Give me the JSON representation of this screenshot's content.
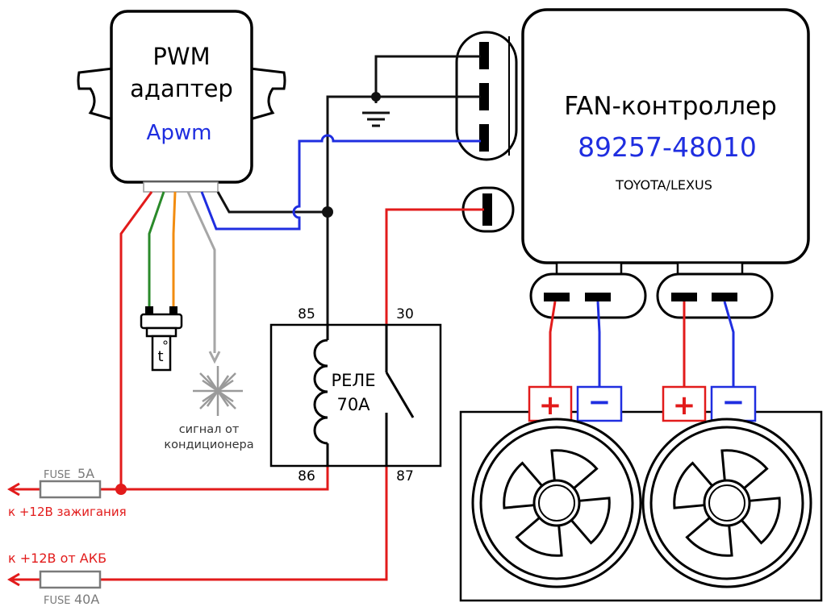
{
  "pwm_adapter": {
    "title_line1": "PWM",
    "title_line2": "адаптер",
    "subtitle": "Apwm"
  },
  "fan_controller": {
    "title": "FAN-контроллер",
    "part_number": "89257-48010",
    "brand": "TOYOTA/LEXUS"
  },
  "relay": {
    "label_line1": "РЕЛЕ",
    "label_line2": "70А",
    "pins": {
      "p85": "85",
      "p30": "30",
      "p86": "86",
      "p87": "87"
    }
  },
  "sensor": {
    "symbol": "t"
  },
  "ac_signal": {
    "line1": "сигнал от",
    "line2": "кондиционера"
  },
  "fuses": {
    "ignition": {
      "fuse_word": "FUSE",
      "rating": "5A",
      "label": "к +12В зажигания"
    },
    "battery": {
      "fuse_word": "FUSE",
      "rating": "40A",
      "label": "к +12В от АКБ"
    }
  },
  "fan_terminals": {
    "plus": "+",
    "minus": "−"
  },
  "colors": {
    "power": "#e21b1b",
    "signal": "#1f2ee0",
    "ground": "#111111",
    "green_wire": "#2a8a2a",
    "orange_wire": "#f28c10",
    "gray_wire": "#a6a6a6",
    "fuse_text": "#7a7a7a"
  }
}
